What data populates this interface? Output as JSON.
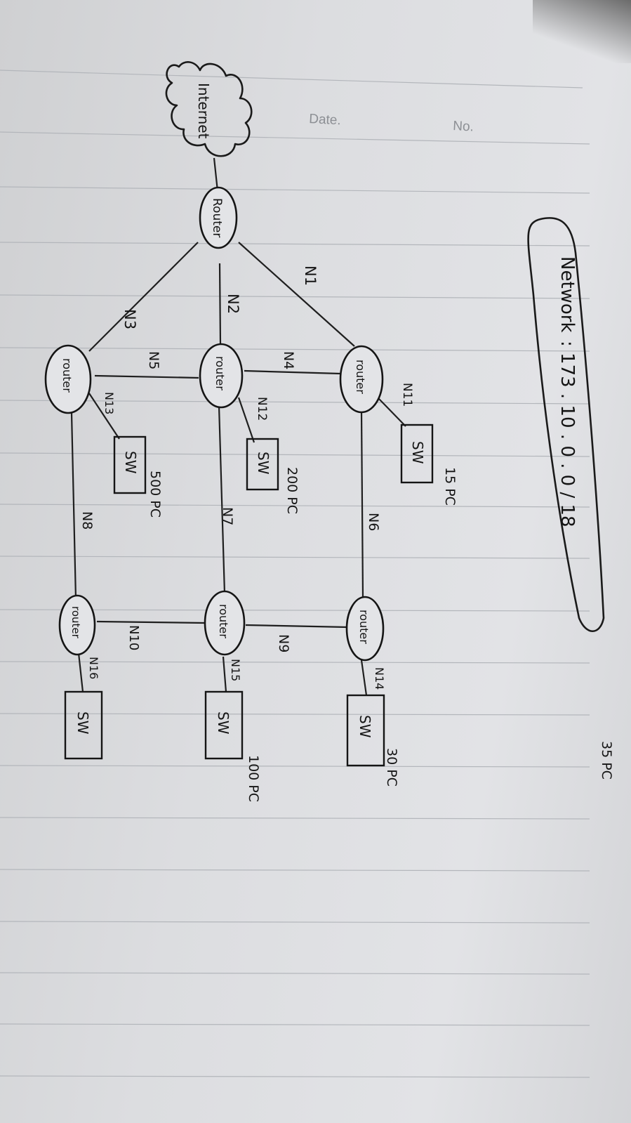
{
  "header": {
    "date_label": "Date.",
    "no_label": "No."
  },
  "network": {
    "label": "Network",
    "address": ": 173 . 10 . 0 . 0 / 18"
  },
  "nodes": {
    "internet": "Internet",
    "core_router": "Router",
    "router_a": "router",
    "router_b": "router",
    "router_c": "router",
    "router_d": "router",
    "router_e": "router",
    "router_f": "router",
    "switch": "SW"
  },
  "links": {
    "n1": "N1",
    "n2": "N2",
    "n3": "N3",
    "n4": "N4",
    "n5": "N5",
    "n6": "N6",
    "n7": "N7",
    "n8": "N8",
    "n9": "N9",
    "n10": "N10",
    "n11": "N11",
    "n12": "N12",
    "n13": "N13",
    "n14": "N14",
    "n15": "N15",
    "n16": "N16"
  },
  "hosts": {
    "sw_a": "15 PC",
    "sw_b": "200 PC",
    "sw_c": "500 PC",
    "sw_d": "30 PC",
    "sw_e": "100 PC",
    "sw_f": "35 PC"
  }
}
